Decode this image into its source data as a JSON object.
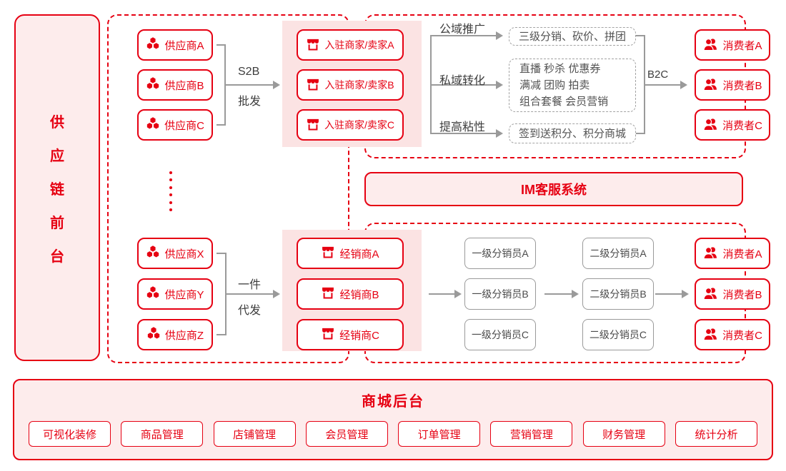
{
  "colors": {
    "red": "#e60012",
    "pink_fill": "#fdecec",
    "panel_fill": "#fbe3e3",
    "line_gray": "#9a9a9a",
    "text_gray": "#3d3d3d"
  },
  "sidebar": {
    "title": "供应链前台",
    "chars": [
      "供",
      "应",
      "链",
      "前",
      "台"
    ]
  },
  "top_flow": {
    "suppliers": [
      "供应商A",
      "供应商B",
      "供应商C"
    ],
    "s2b_label_top": "S2B",
    "s2b_label_bottom": "批发",
    "merchants": [
      "入驻商家/卖家A",
      "入驻商家/卖家B",
      "入驻商家/卖家C"
    ],
    "branch_labels": [
      "公域推广",
      "私域转化",
      "提高粘性"
    ],
    "strategy_box_1": "三级分销、砍价、拼团",
    "strategy_box_2_lines": [
      "直播 秒杀 优惠券",
      "满减 团购 拍卖",
      "组合套餐 会员营销"
    ],
    "strategy_box_3": "签到送积分、积分商城",
    "b2c_label": "B2C",
    "consumers": [
      "消费者A",
      "消费者B",
      "消费者C"
    ]
  },
  "im_system": {
    "label": "IM客服系统"
  },
  "bottom_flow": {
    "suppliers": [
      "供应商X",
      "供应商Y",
      "供应商Z"
    ],
    "dropship_label_top": "一件",
    "dropship_label_bottom": "代发",
    "dealers": [
      "经销商A",
      "经销商B",
      "经销商C"
    ],
    "level1_distributors": [
      "一级分销员A",
      "一级分销员B",
      "一级分销员C"
    ],
    "level2_distributors": [
      "二级分销员A",
      "二级分销员B",
      "二级分销员C"
    ],
    "consumers": [
      "消费者A",
      "消费者B",
      "消费者C"
    ]
  },
  "backend": {
    "title": "商城后台",
    "modules": [
      "可视化装修",
      "商品管理",
      "店铺管理",
      "会员管理",
      "订单管理",
      "营销管理",
      "财务管理",
      "统计分析"
    ]
  }
}
